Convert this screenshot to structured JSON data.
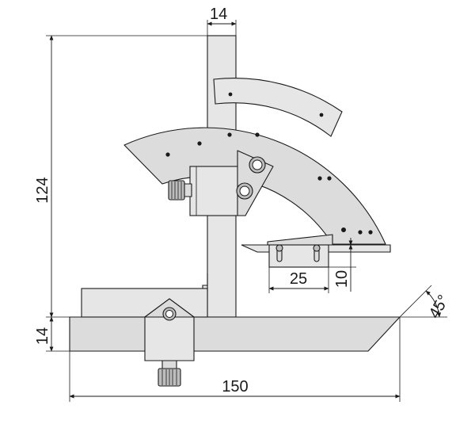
{
  "drawing": {
    "dimensions": {
      "stem_width": "14",
      "total_height": "124",
      "base_height": "14",
      "total_length": "150",
      "blade_offset": "25",
      "blade_height": "10",
      "bevel_angle": "45°"
    }
  }
}
